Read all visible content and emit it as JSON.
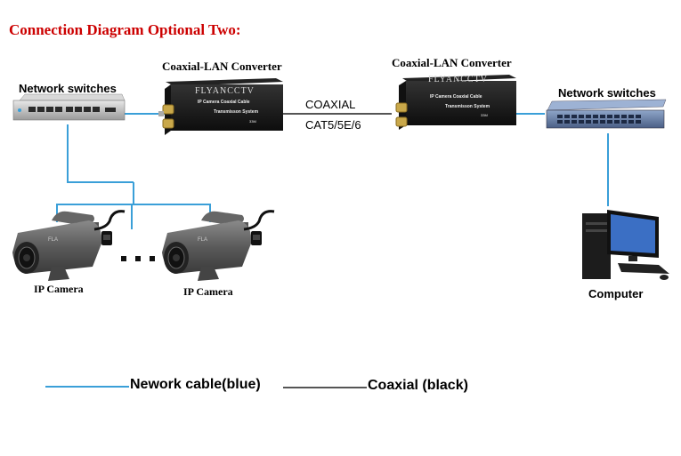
{
  "title": "Connection Diagram Optional Two:",
  "labels": {
    "network_switch_left": "Network switches",
    "network_switch_right": "Network switches",
    "converter_left": "Coaxial-LAN Converter",
    "converter_right": "Coaxial-LAN Converter",
    "converter_brand": "FLYANCCTV",
    "converter_sub1": "IP Camera Coaxial Cable",
    "converter_sub2": "Transmisson System",
    "converter_sub3": "33M",
    "coaxial": "COAXIAL",
    "cat": "CAT5/5E/6",
    "camera_1": "IP Camera",
    "camera_2": "IP Camera",
    "camera_brand": "FLA",
    "computer": "Computer"
  },
  "legend": {
    "network": "Nework cable(blue)",
    "coaxial": "Coaxial (black)"
  },
  "colors": {
    "title": "#cc0000",
    "network_cable": "#3a9fd8",
    "coaxial_cable": "#555555",
    "device": "#1a1a1a"
  }
}
